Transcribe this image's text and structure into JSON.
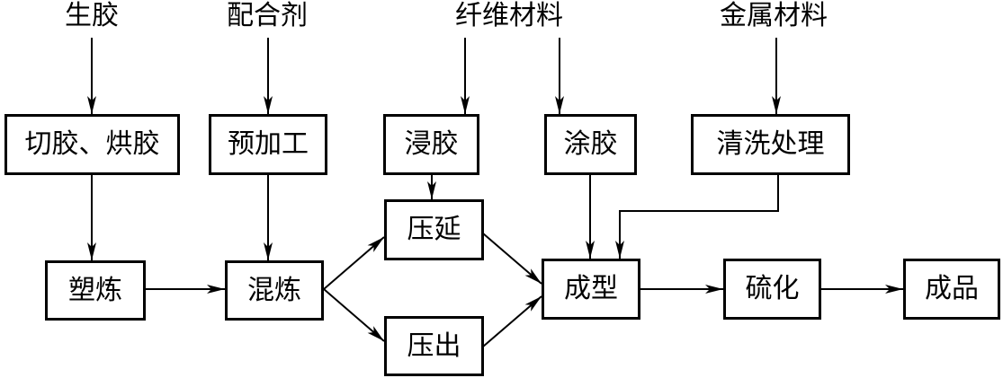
{
  "inputs": {
    "raw_rubber": "生胶",
    "compounding_agents": "配合剂",
    "fiber_materials": "纤维材料",
    "metal_materials": "金属材料"
  },
  "steps": {
    "cut_dry": "切胶、烘胶",
    "preprocess": "预加工",
    "dip": "浸胶",
    "coat": "涂胶",
    "clean": "清洗处理",
    "plasticate": "塑炼",
    "mix": "混炼",
    "calender": "压延",
    "extrude": "压出",
    "mold": "成型",
    "vulcanize": "硫化",
    "product": "成品"
  }
}
